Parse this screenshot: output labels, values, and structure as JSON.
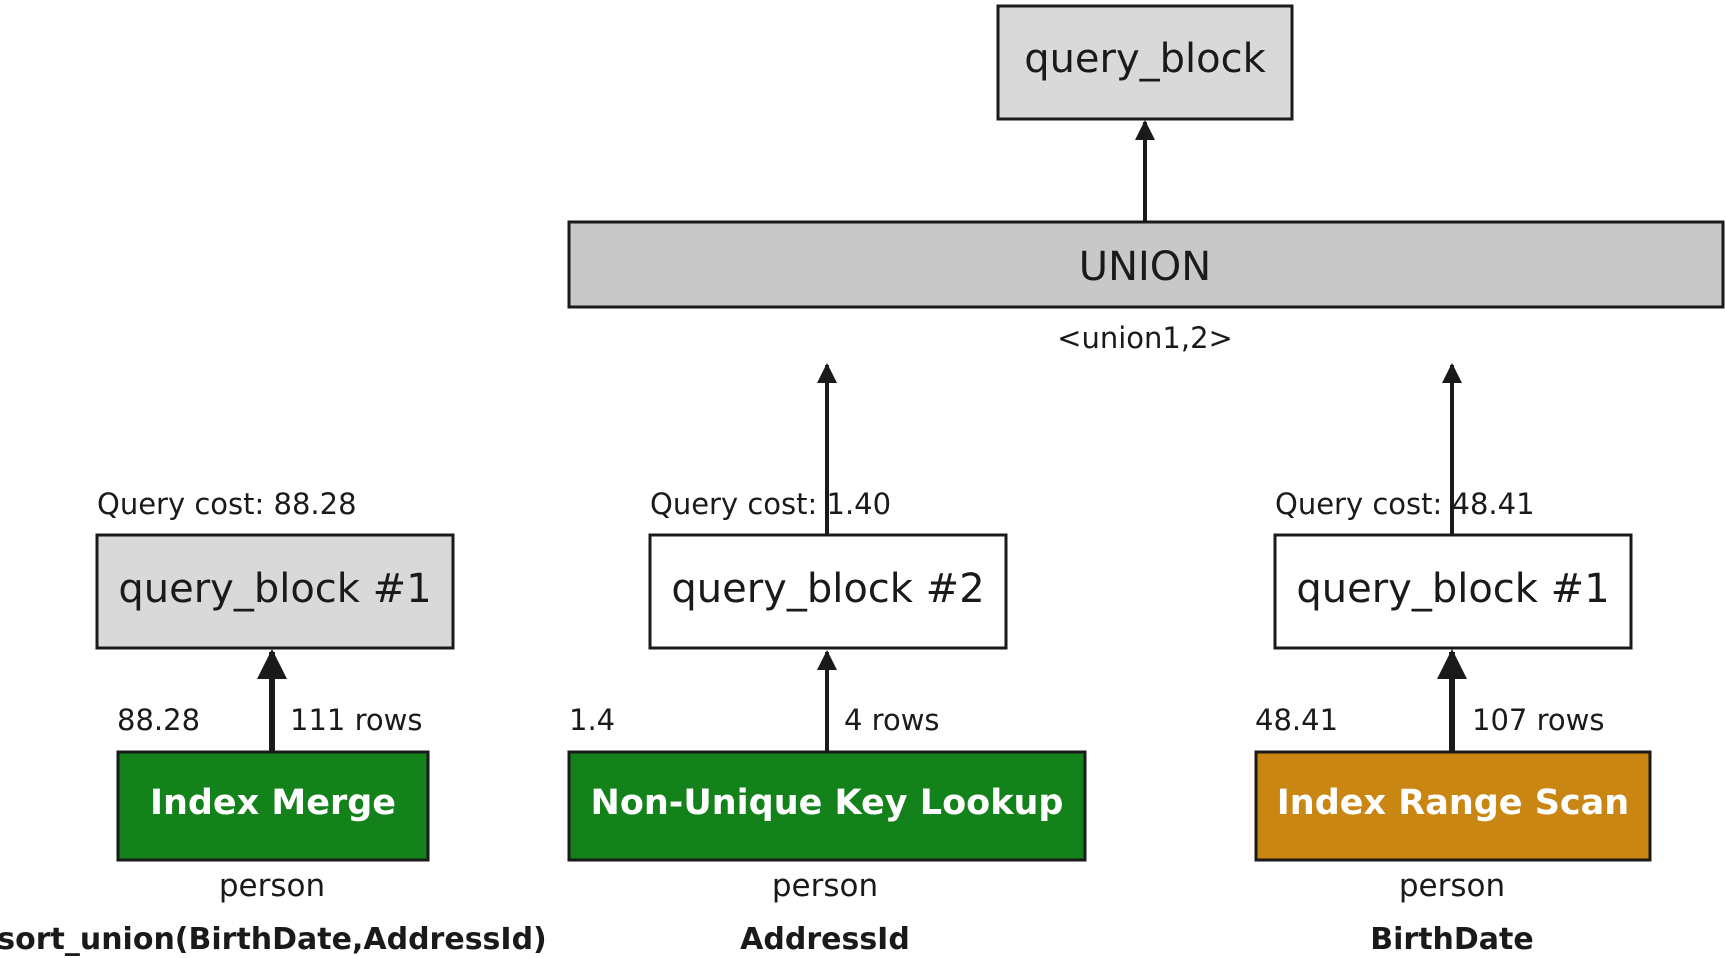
{
  "root": {
    "label": "query_block"
  },
  "union": {
    "label": "UNION",
    "sublabel": "<union1,2>"
  },
  "branches": [
    {
      "cost_label": "Query cost: 88.28",
      "block_label": "query_block #1",
      "left_value": "88.28",
      "rows": "111 rows",
      "operation": "Index Merge",
      "operation_color": "#13821a",
      "table": "person",
      "key": "sort_union(BirthDate,AddressId)"
    },
    {
      "cost_label": "Query cost: 1.40",
      "block_label": "query_block #2",
      "left_value": "1.4",
      "rows": "4 rows",
      "operation": "Non-Unique Key Lookup",
      "operation_color": "#13821a",
      "table": "person",
      "key": "AddressId"
    },
    {
      "cost_label": "Query cost: 48.41",
      "block_label": "query_block #1",
      "left_value": "48.41",
      "rows": "107 rows",
      "operation": "Index Range Scan",
      "operation_color": "#c98612",
      "table": "person",
      "key": "BirthDate"
    }
  ],
  "colors": {
    "gray_box": "#d9d9d9",
    "union_fill": "#c8c8c8",
    "white_box": "#ffffff",
    "stroke": "#1a1a1a"
  }
}
